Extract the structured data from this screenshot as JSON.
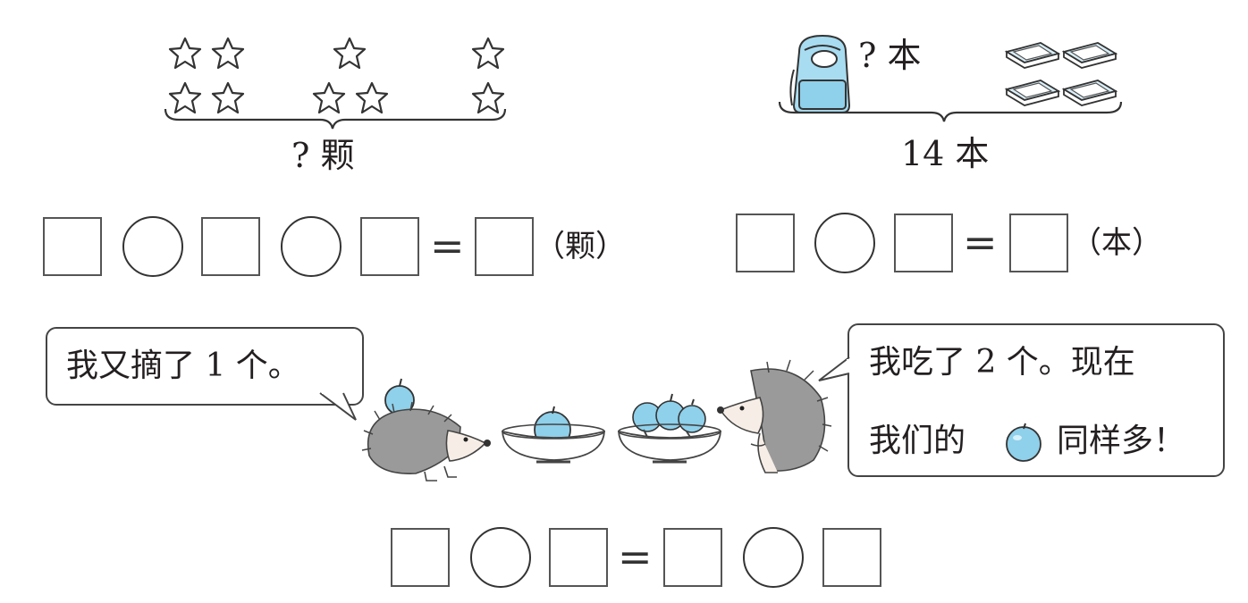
{
  "problem1": {
    "question": "? 颗",
    "equation": {
      "equals": "=",
      "unit": "（颗）"
    }
  },
  "problem2": {
    "question_top": "? 本",
    "total": "14 本",
    "equation": {
      "equals": "=",
      "unit": "（本）"
    }
  },
  "problem3": {
    "left_bubble": "我又摘了 1 个。",
    "right_bubble_line1": "我吃了 2 个。现在",
    "right_bubble_line2_a": "我们的",
    "right_bubble_line2_b": "同样多！",
    "equation": {
      "equals": "="
    }
  },
  "colors": {
    "apple": "#8fd0ea",
    "bag": "#a8dcf0",
    "ink": "#231f20",
    "hedgehog": "#9a9a9a"
  }
}
